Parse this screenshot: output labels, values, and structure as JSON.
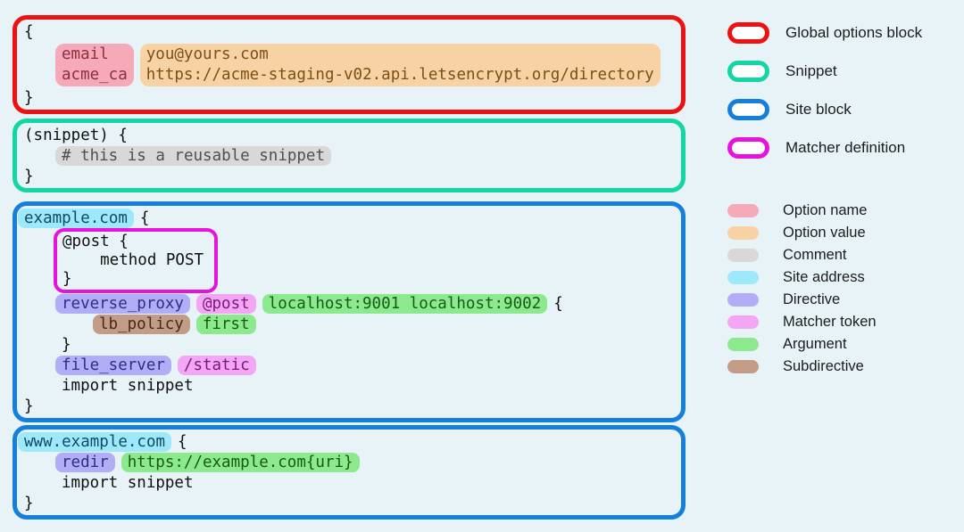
{
  "colors": {
    "page_background": "#e8f3f7",
    "global_options_border": "#ee1111",
    "snippet_border": "#12d7a4",
    "site_block_border": "#1480dc",
    "matcher_border": "#e513dc",
    "option_name_bg": "#f6a9b8",
    "option_value_bg": "#f6d2a4",
    "comment_bg": "#d8d8d8",
    "site_address_bg": "#9de9fb",
    "directive_bg": "#b2adf7",
    "matcher_token_bg": "#f3a6f3",
    "argument_bg": "#8de98d",
    "subdirective_bg": "#c29c86"
  },
  "global_block": {
    "open_brace": "{",
    "option_names": "email  \nacme_ca",
    "option_values": "you@yours.com\nhttps://acme-staging-v02.api.letsencrypt.org/directory",
    "close_brace": "}"
  },
  "snippet_block": {
    "header": "(snippet) {",
    "comment": "# this is a reusable snippet",
    "close_brace": "}"
  },
  "site_block_1": {
    "address": "example.com",
    "open_brace": "{",
    "matcher_definition": "@post {\n    method POST\n}",
    "reverse_proxy": {
      "directive": "reverse_proxy",
      "matcher": "@post",
      "args": "localhost:9001 localhost:9002",
      "open_brace": "{"
    },
    "lb_policy": {
      "subdirective": "lb_policy",
      "arg": "first"
    },
    "inner_close_brace": "}",
    "file_server": {
      "directive": "file_server",
      "matcher": "/static"
    },
    "import_line": "import snippet",
    "close_brace": "}"
  },
  "site_block_2": {
    "address": "www.example.com",
    "open_brace": "{",
    "redir": {
      "directive": "redir",
      "arg": "https://example.com{uri}"
    },
    "import_line": "import snippet",
    "close_brace": "}"
  },
  "legend": {
    "blocks": [
      {
        "label": "Global options block",
        "color": "#ee1111"
      },
      {
        "label": "Snippet",
        "color": "#12d7a4"
      },
      {
        "label": "Site block",
        "color": "#1480dc"
      },
      {
        "label": "Matcher definition",
        "color": "#e513dc"
      }
    ],
    "tokens": [
      {
        "label": "Option name",
        "color": "#f6a9b8"
      },
      {
        "label": "Option value",
        "color": "#f6d2a4"
      },
      {
        "label": "Comment",
        "color": "#d8d8d8"
      },
      {
        "label": "Site address",
        "color": "#9de9fb"
      },
      {
        "label": "Directive",
        "color": "#b2adf7"
      },
      {
        "label": "Matcher token",
        "color": "#f3a6f3"
      },
      {
        "label": "Argument",
        "color": "#8de98d"
      },
      {
        "label": "Subdirective",
        "color": "#c29c86"
      }
    ]
  }
}
